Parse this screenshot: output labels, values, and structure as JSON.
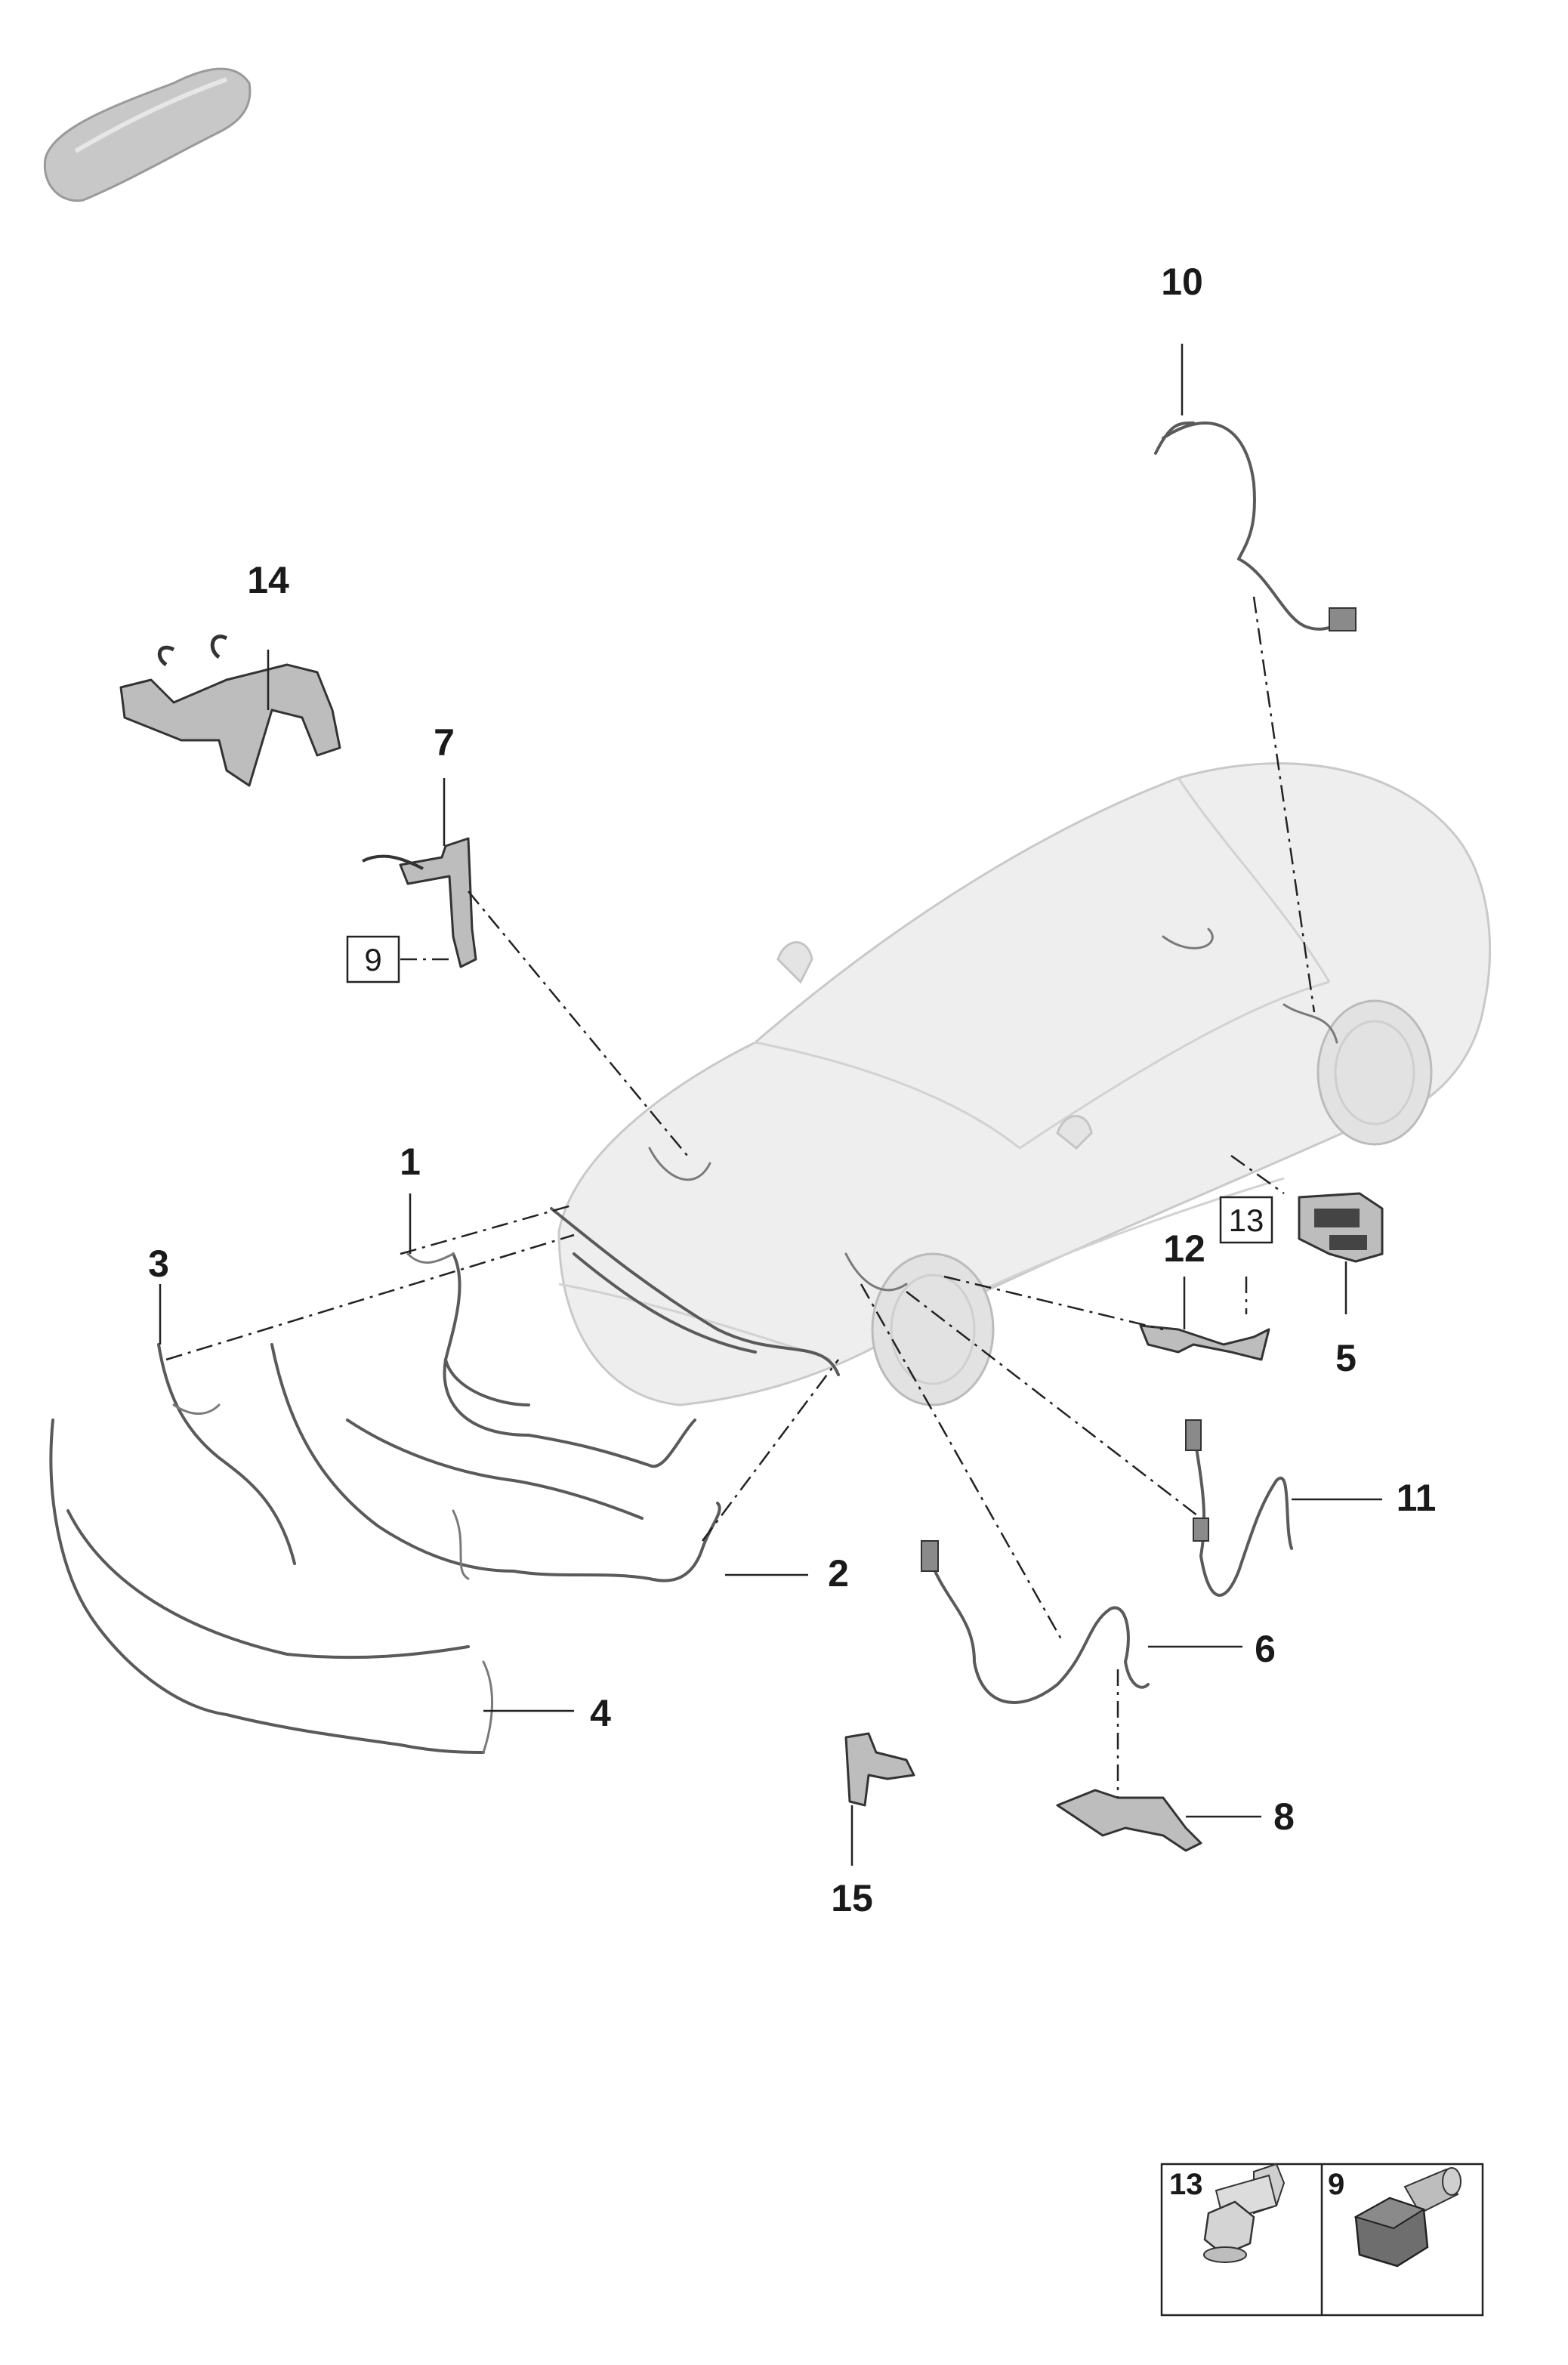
{
  "callouts": {
    "c1": "1",
    "c2": "2",
    "c3": "3",
    "c4": "4",
    "c5": "5",
    "c6": "6",
    "c7": "7",
    "c8": "8",
    "c10": "10",
    "c11": "11",
    "c12": "12",
    "c14": "14",
    "c15": "15"
  },
  "boxed_refs": {
    "b9": "9",
    "b13": "13"
  },
  "legend": {
    "item13": "13",
    "item9": "9"
  },
  "icons": {
    "thumbnail": "car-silhouette-icon",
    "bolt_13": "flange-bolt-icon",
    "bolt_9": "hex-bolt-icon"
  },
  "colors": {
    "ink": "#1a1a1a",
    "car_body": "#eeeeee",
    "thumbnail": "#c8c8c8",
    "part": "#8a8a8a"
  }
}
